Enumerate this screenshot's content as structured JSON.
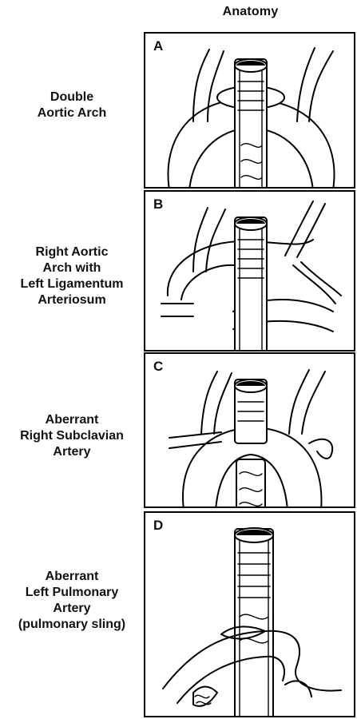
{
  "header": {
    "title": "Anatomy"
  },
  "rows": [
    {
      "letter": "A",
      "label_lines": [
        "Double",
        "Aortic Arch"
      ]
    },
    {
      "letter": "B",
      "label_lines": [
        "Right Aortic",
        "Arch with",
        "Left Ligamentum",
        "Arteriosum"
      ]
    },
    {
      "letter": "C",
      "label_lines": [
        "Aberrant",
        "Right Subclavian",
        "Artery"
      ]
    },
    {
      "letter": "D",
      "label_lines": [
        "Aberrant",
        "Left Pulmonary",
        "Artery",
        "(pulmonary sling)"
      ]
    }
  ]
}
